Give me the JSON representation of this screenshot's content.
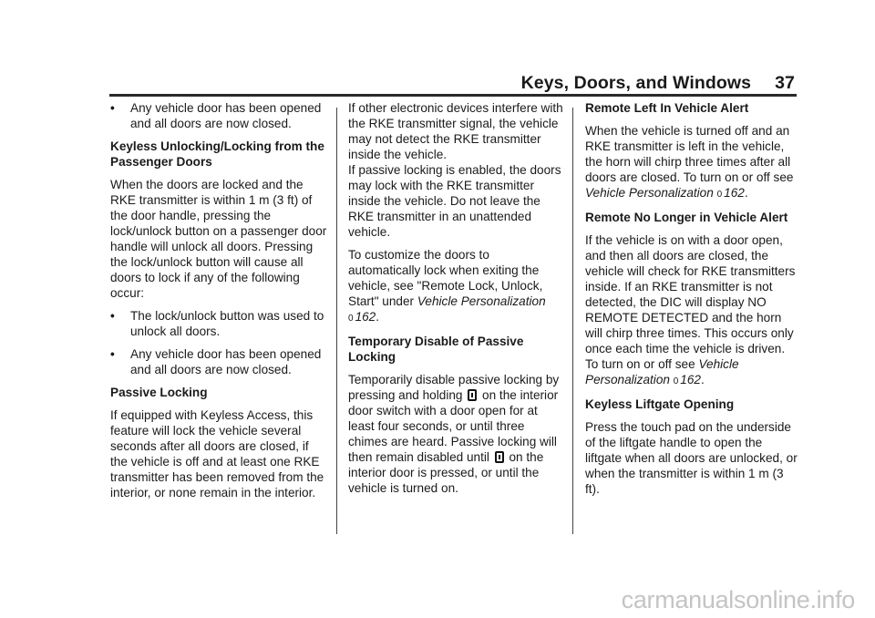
{
  "header": {
    "title": "Keys, Doors, and Windows",
    "page_number": "37"
  },
  "col1": {
    "bullet_top": "Any vehicle door has been opened and all doors are now closed.",
    "heading1": "Keyless Unlocking/Locking from the Passenger Doors",
    "para1": "When the doors are locked and the RKE transmitter is within 1 m (3 ft) of the door handle, pressing the lock/unlock button on a passenger door handle will unlock all doors. Pressing the lock/unlock button will cause all doors to lock if any of the following occur:",
    "bullet1": "The lock/unlock button was used to unlock all doors.",
    "bullet2": "Any vehicle door has been opened and all doors are now closed.",
    "heading2": "Passive Locking",
    "para2": "If equipped with Keyless Access, this feature will lock the vehicle several seconds after all doors are closed, if the vehicle is off and at least one RKE transmitter has been removed from the interior, or none remain in the interior."
  },
  "col2": {
    "para1": "If other electronic devices interfere with the RKE transmitter signal, the vehicle may not detect the RKE transmitter inside the vehicle.",
    "para2": "If passive locking is enabled, the doors may lock with the RKE transmitter inside the vehicle. Do not leave the RKE transmitter in an unattended vehicle.",
    "para3_a": "To customize the doors to automatically lock when exiting the vehicle, see \"Remote Lock, Unlock, Start\" under",
    "para3_ref": "Vehicle Personalization",
    "para3_page": "162",
    "heading1": "Temporary Disable of Passive Locking",
    "para4_a": "Temporarily disable passive locking by pressing and holding",
    "para4_b": "on the interior door switch with a door open for at least four seconds, or until three chimes are heard. Passive locking will then remain disabled until",
    "para4_c": "on the interior door is pressed, or until the vehicle is turned on."
  },
  "col3": {
    "heading1": "Remote Left In Vehicle Alert",
    "para1_a": "When the vehicle is turned off and an RKE transmitter is left in the vehicle, the horn will chirp three times after all doors are closed. To turn on or off see",
    "para1_ref": "Vehicle Personalization",
    "para1_page": "162",
    "heading2": "Remote No Longer in Vehicle Alert",
    "para2_a": "If the vehicle is on with a door open, and then all doors are closed, the vehicle will check for RKE transmitters inside. If an RKE transmitter is not detected, the DIC will display NO REMOTE DETECTED and the horn will chirp three times. This occurs only once each time the vehicle is driven. To turn on or off see",
    "para2_ref": "Vehicle Personalization",
    "para2_page": "162",
    "heading3": "Keyless Liftgate Opening",
    "para3": "Press the touch pad on the underside of the liftgate handle to open the liftgate when all doors are unlocked, or when the transmitter is within 1 m (3 ft)."
  },
  "bullet_char": "•",
  "ref_symbol": "0",
  "watermark": "carmanualsonline.info"
}
